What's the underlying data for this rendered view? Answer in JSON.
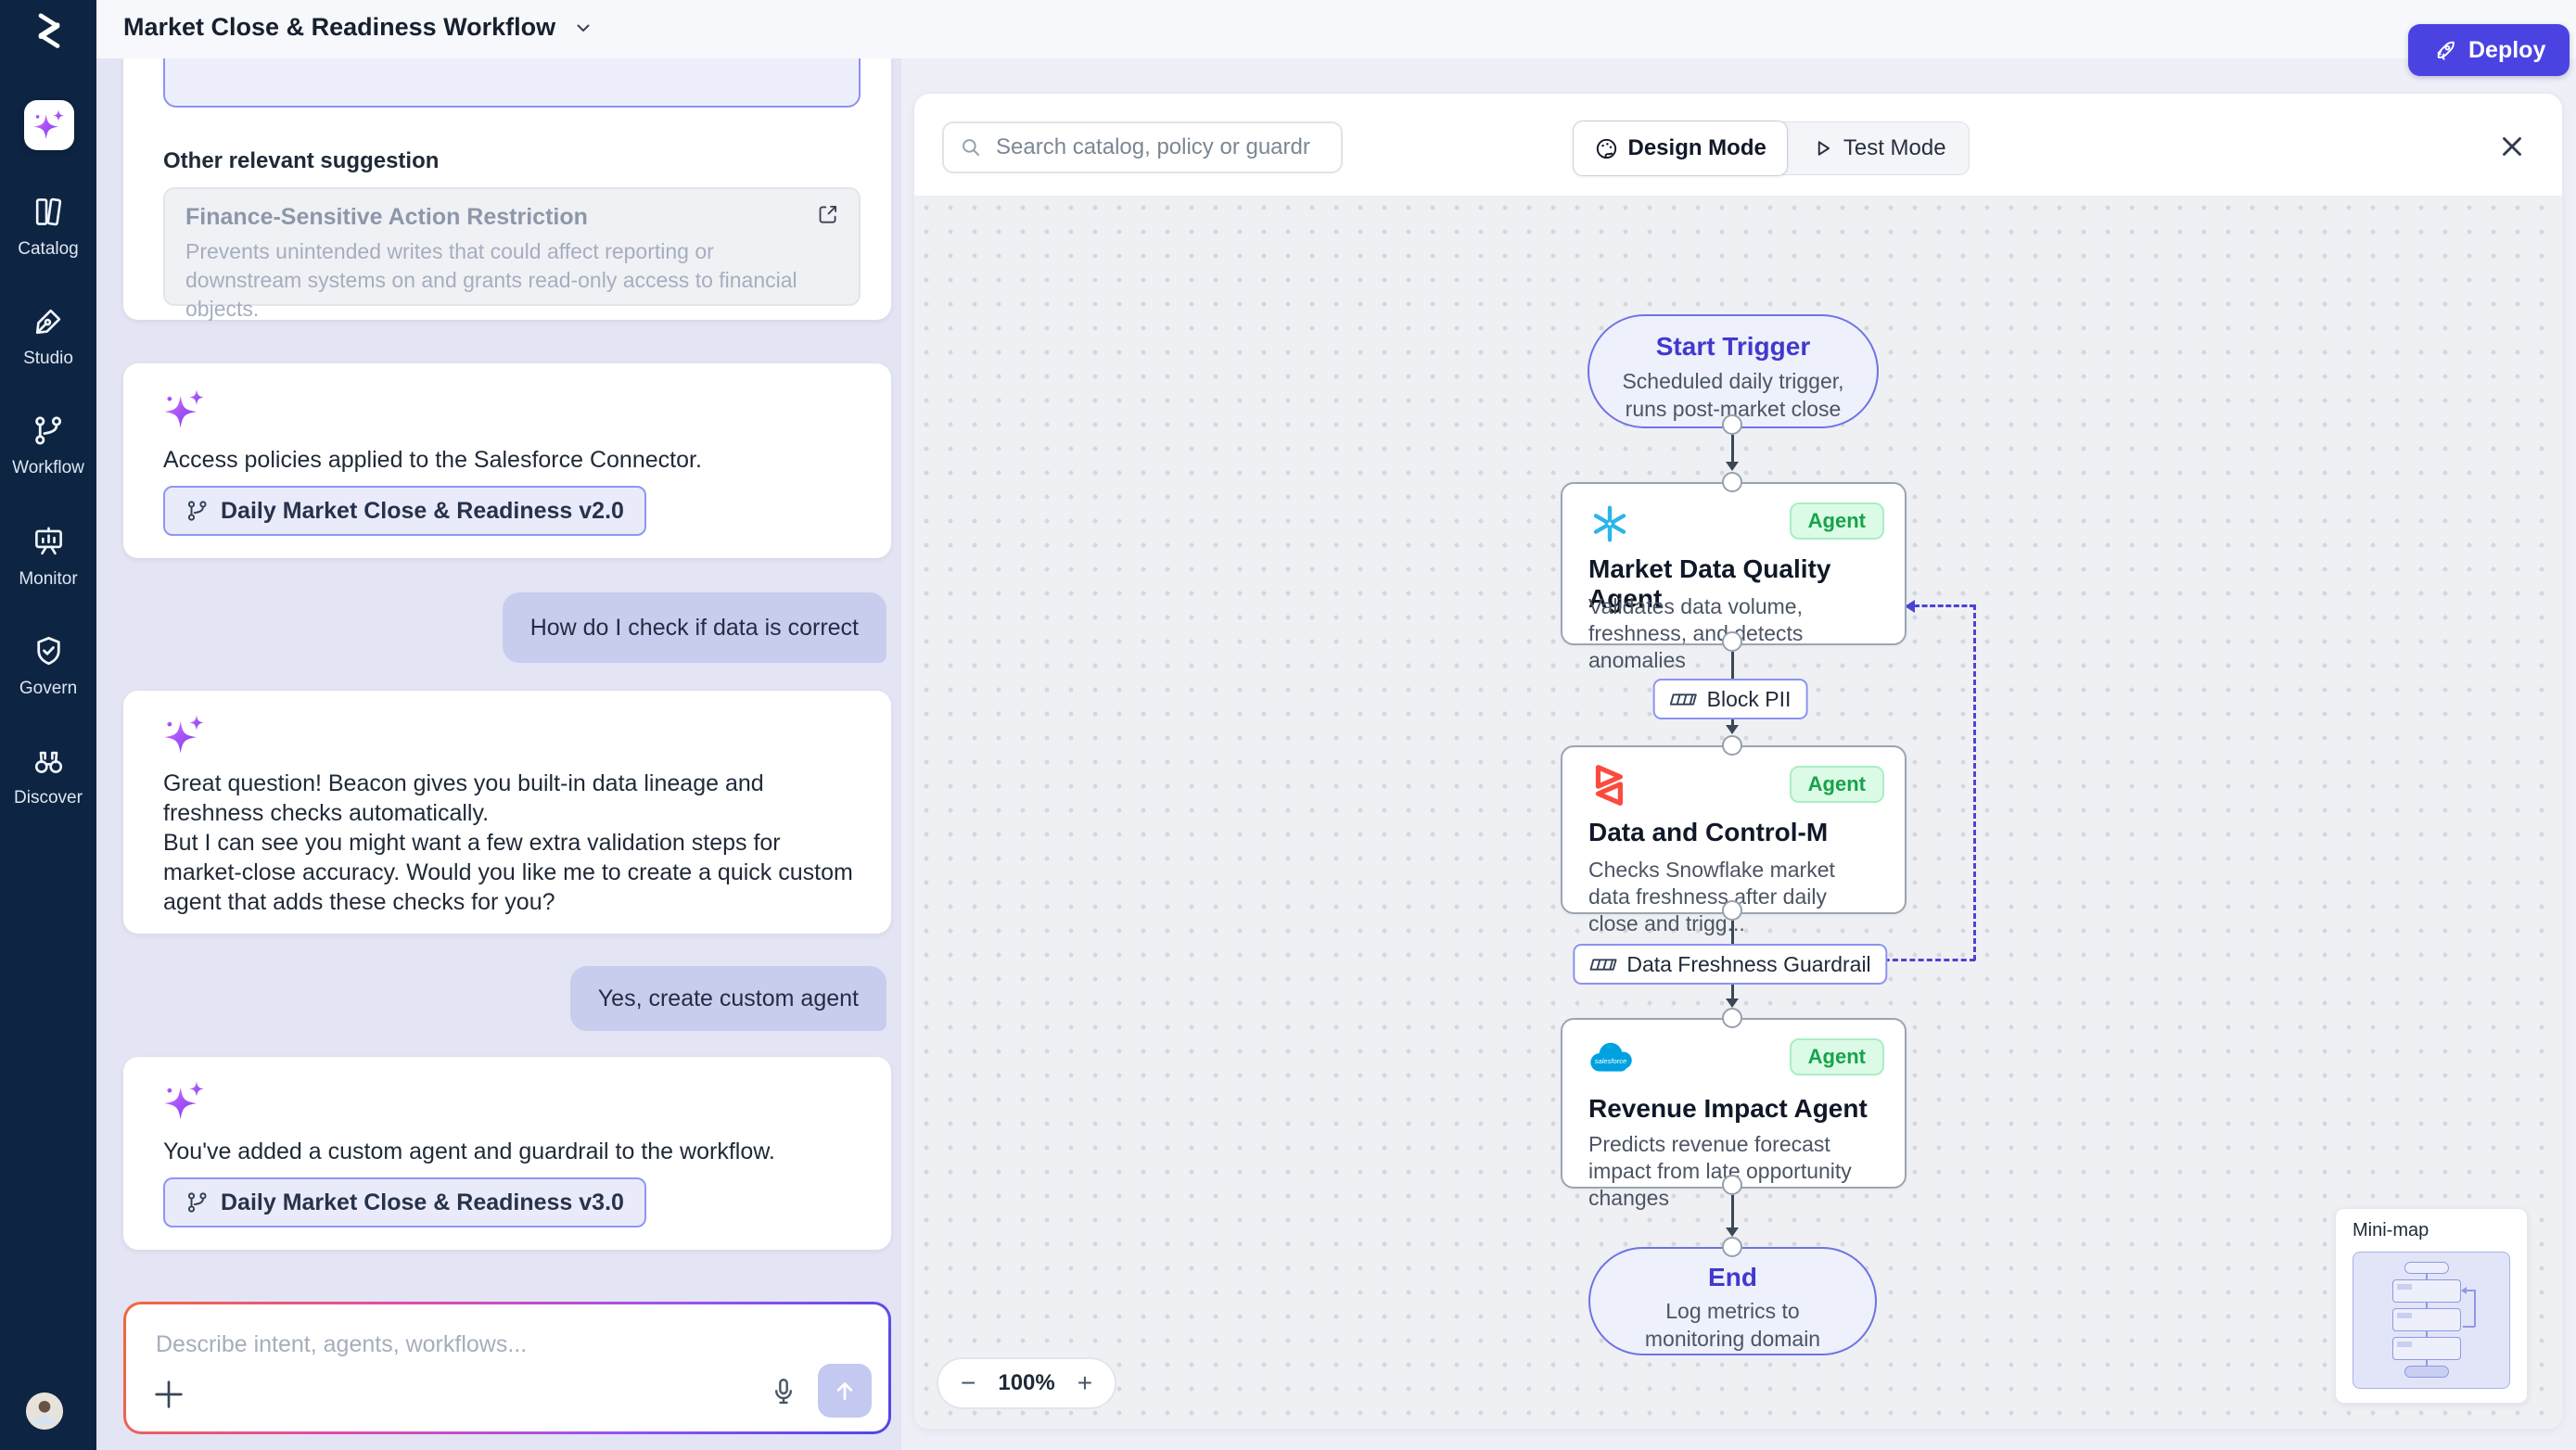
{
  "app": {
    "title": "Market Close & Readiness Workflow",
    "deploy": "Deploy"
  },
  "sidebar": {
    "items": [
      {
        "id": "catalog",
        "label": "Catalog"
      },
      {
        "id": "studio",
        "label": "Studio"
      },
      {
        "id": "workflow",
        "label": "Workflow"
      },
      {
        "id": "monitor",
        "label": "Monitor"
      },
      {
        "id": "govern",
        "label": "Govern"
      },
      {
        "id": "discover",
        "label": "Discover"
      }
    ]
  },
  "chat": {
    "suggestion_heading": "Other relevant suggestion",
    "suggestion": {
      "title": "Finance-Sensitive Action Restriction",
      "description": "Prevents unintended writes that could affect reporting or downstream systems on and grants read-only access to financial objects."
    },
    "policies_message": {
      "text": "Access policies applied to the Salesforce Connector.",
      "chip": "Daily Market Close & Readiness v2.0"
    },
    "user_message_1": "How do I check if data is correct",
    "answer_message": {
      "p1": "Great question! Beacon gives you built-in data lineage and freshness checks automatically.",
      "p2": "But I can see you might want a few extra validation steps for market-close accuracy. Would you like me to create a quick custom agent that adds these checks for you?"
    },
    "user_message_2": "Yes, create custom agent",
    "added_message": {
      "text": "You've added a custom agent and guardrail to the workflow.",
      "chip": "Daily Market Close & Readiness v3.0"
    },
    "composer": {
      "placeholder": "Describe intent, agents, workflows..."
    }
  },
  "canvas": {
    "search_placeholder": "Search catalog, policy or guardrail",
    "modes": {
      "design": "Design Mode",
      "test": "Test Mode"
    },
    "zoom_out_label": "−",
    "zoom_in_label": "+",
    "zoom_level": "100%",
    "minimap_label": "Mini-map",
    "flow": {
      "start": {
        "title": "Start Trigger",
        "subtitle": "Scheduled daily trigger, runs post-market close"
      },
      "market_data_quality": {
        "badge": "Agent",
        "title": "Market Data Quality Agent",
        "description": "Validates data volume, freshness, and detects anomalies"
      },
      "guardrail_block_pii": "Block PII",
      "data_control_m": {
        "badge": "Agent",
        "title": "Data and Control-M",
        "description": "Checks Snowflake market data freshness after daily close and trigg..."
      },
      "guardrail_data_freshness": "Data Freshness Guardrail",
      "revenue_impact": {
        "badge": "Agent",
        "title": "Revenue Impact Agent",
        "logo_text": "salesforce",
        "description": "Predicts revenue forecast impact from late opportunity changes"
      },
      "end": {
        "title": "End",
        "subtitle": "Log metrics to monitoring domain"
      }
    }
  },
  "colors": {
    "accent": "#4A43E2",
    "sidebar_bg": "#0D2543",
    "agent_badge_bg": "#DCFBE6",
    "agent_badge_text": "#17A34A",
    "guardrail_border": "#8B93F0",
    "snowflake_blue": "#2BB5E8",
    "controlm_red": "#FB4B3E",
    "salesforce_blue": "#00A1E0"
  }
}
